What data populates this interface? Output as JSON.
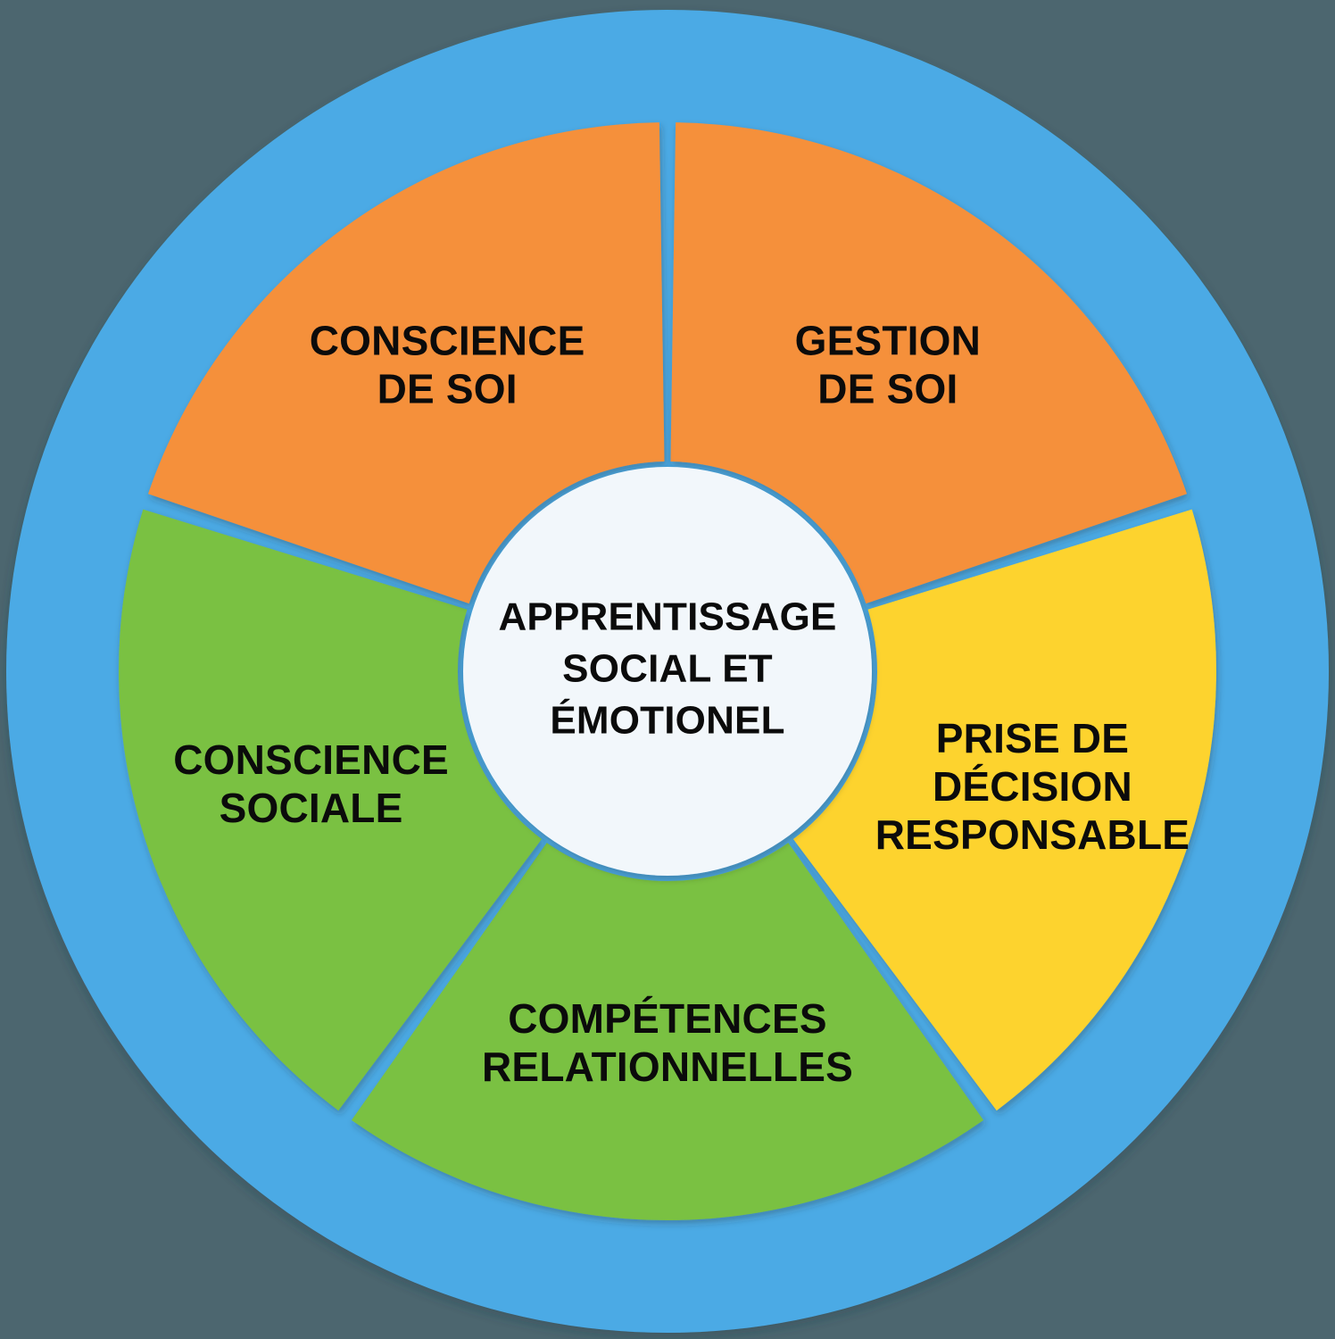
{
  "diagram": {
    "title": "Apprentissage social et émotionel",
    "type": "donut-wheel",
    "segment_count": 5,
    "center": {
      "lines": [
        "APPRENTISSAGE",
        "SOCIAL ET",
        "ÉMOTIONEL"
      ],
      "fill": "#f2f7fb",
      "text_color": "#0b0b0b"
    },
    "ring": {
      "name": "outer-ring",
      "color": "#4caae5"
    },
    "background_color": "#4c666f",
    "segments": [
      {
        "id": "gestion-de-soi",
        "lines": [
          "GESTION",
          "DE SOI"
        ],
        "color": "#f5903a",
        "start_angle": 0,
        "end_angle": 72
      },
      {
        "id": "prise-de-decision-responsable",
        "lines": [
          "PRISE DE",
          "DÉCISION",
          "RESPONSABLE"
        ],
        "color": "#fdd32f",
        "start_angle": 72,
        "end_angle": 144
      },
      {
        "id": "competences-relationnelles",
        "lines": [
          "COMPÉTENCES",
          "RELATIONNELLES"
        ],
        "color": "#7ac143",
        "start_angle": 144,
        "end_angle": 216
      },
      {
        "id": "conscience-sociale",
        "lines": [
          "CONSCIENCE",
          "SOCIALE"
        ],
        "color": "#7ac143",
        "start_angle": 216,
        "end_angle": 288
      },
      {
        "id": "conscience-de-soi",
        "lines": [
          "CONSCIENCE",
          "DE SOI"
        ],
        "color": "#f5903a",
        "start_angle": 288,
        "end_angle": 360
      }
    ]
  }
}
